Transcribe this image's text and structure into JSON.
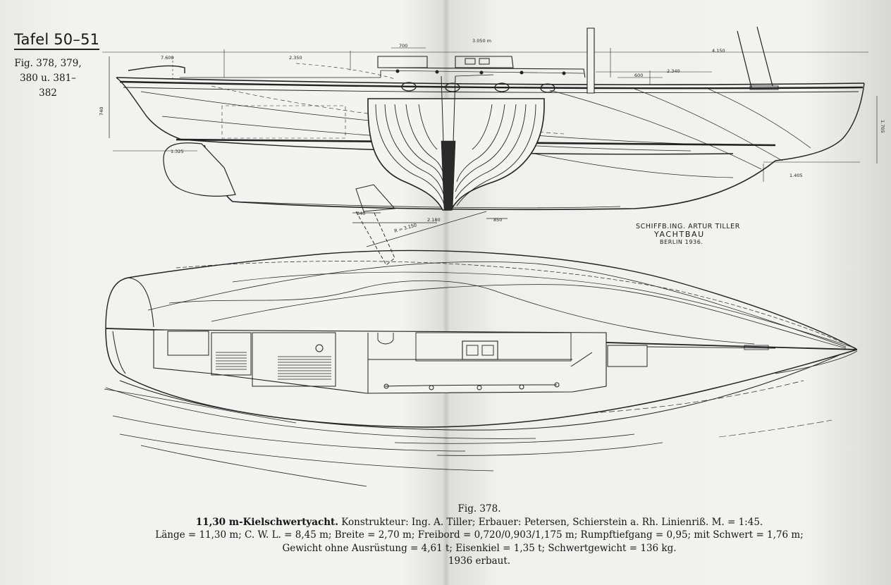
{
  "plate": {
    "title": "Tafel 50–51",
    "figures_line1": "Fig. 378, 379,",
    "figures_line2": "380 u. 381–382"
  },
  "signature": {
    "line1": "SCHIFFB.ING. ARTUR TILLER",
    "line2": "YACHTBAU",
    "line3": "BERLIN 1936."
  },
  "dimensions": {
    "d1": "7.600",
    "d2": "2.350",
    "d3": "3.050 m",
    "d4": "700",
    "d5": "4.150",
    "d6": "600",
    "d7": "2.340",
    "d8": "740",
    "d9": "1.325",
    "d10": "1.405",
    "d11": "2.180",
    "d12": "850",
    "d13": "540",
    "d14": "R = 3.150",
    "d15": "1.705"
  },
  "caption": {
    "fig_label": "Fig. 378.",
    "line1_bold": "11,30 m-Kielschwertyacht.",
    "line1_rest": " Konstrukteur: Ing. A. Tiller; Erbauer: Petersen, Schierstein a. Rh. Linienriß. M. = 1:45.",
    "line2": "Länge = 11,30 m;  C. W. L. = 8,45 m;  Breite = 2,70 m;  Freibord = 0,720/0,903/1,175 m;  Rumpftiefgang = 0,95;  mit Schwert = 1,76 m;",
    "line3": "Gewicht ohne Ausrüstung = 4,61 t;  Eisenkiel = 1,35 t;  Schwertgewicht = 136 kg.",
    "line4": "1936 erbaut."
  }
}
